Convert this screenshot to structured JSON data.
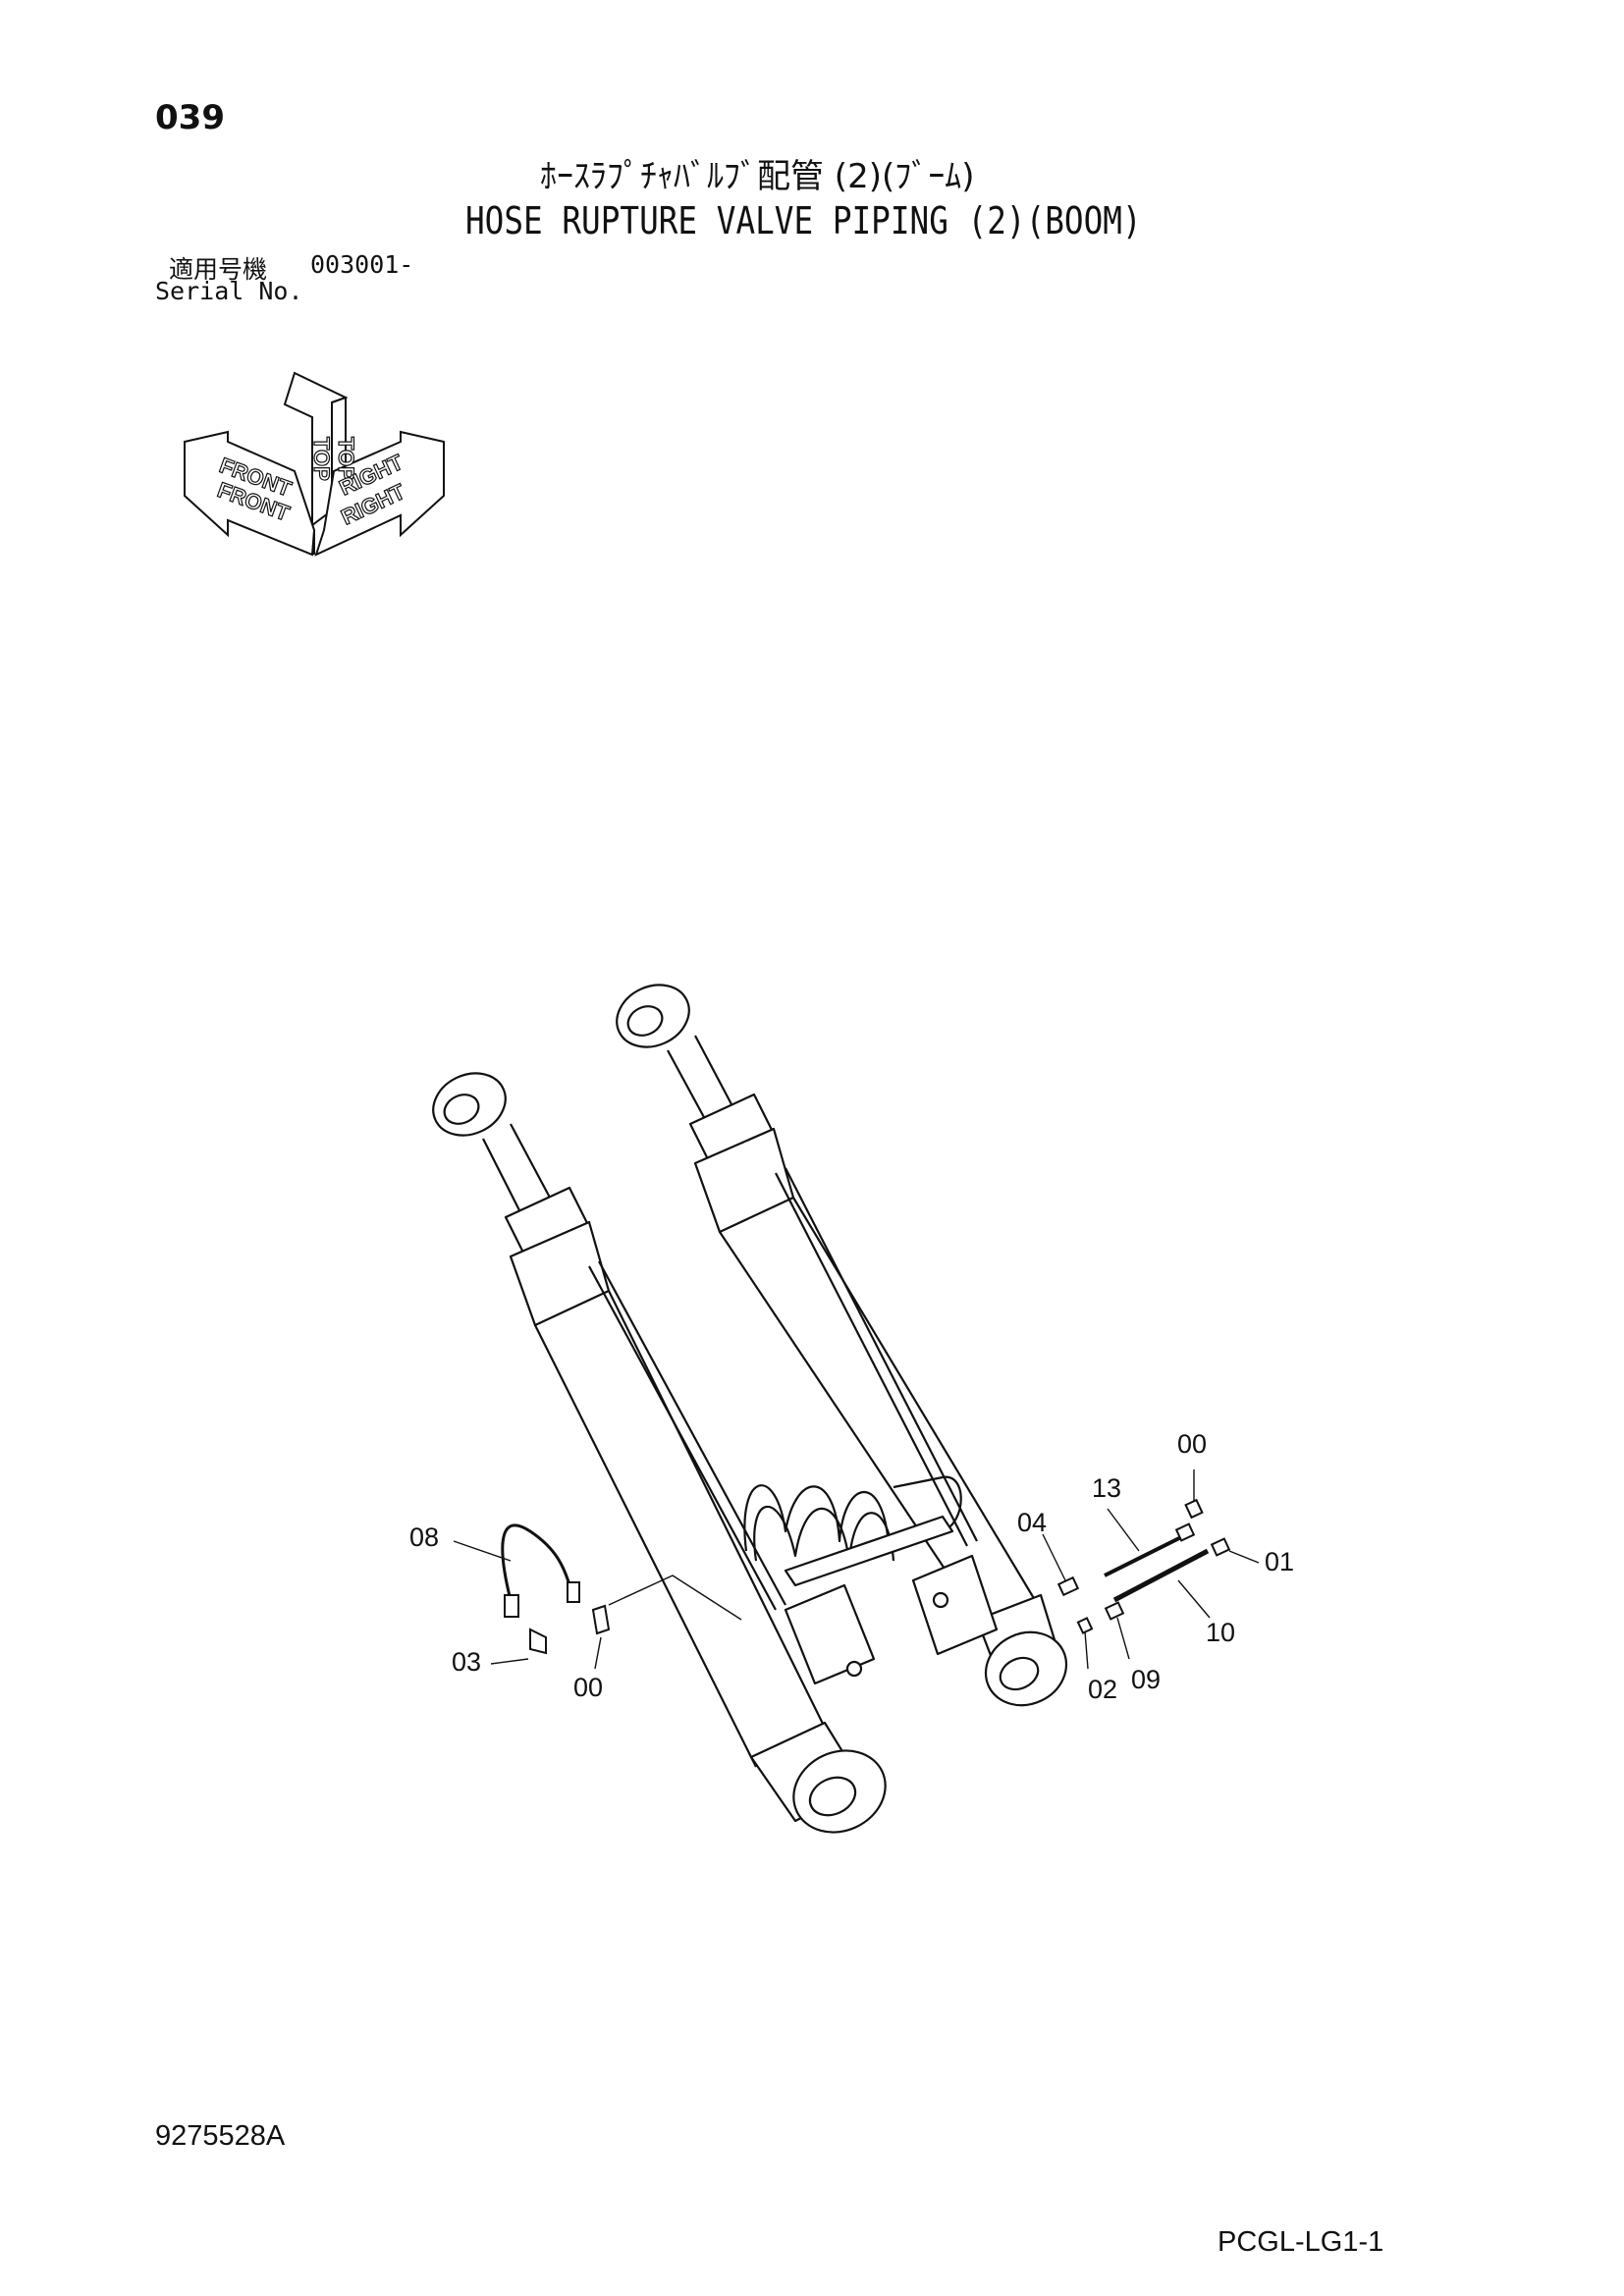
{
  "header": {
    "page_number": "039",
    "title_ja": "ﾎｰｽﾗﾌﾟﾁｬﾊﾞﾙﾌﾞ配管 (2)(ﾌﾞｰﾑ)",
    "title_en": "HOSE RUPTURE VALVE PIPING (2)(BOOM)",
    "serial_label_ja": "適用号機",
    "serial_number": "003001-",
    "serial_label_en": "Serial No."
  },
  "orientation": {
    "top": "TOP",
    "front": "FRONT",
    "right": "RIGHT"
  },
  "callouts": [
    {
      "id": "c00a",
      "label": "00"
    },
    {
      "id": "c13",
      "label": "13"
    },
    {
      "id": "c04",
      "label": "04"
    },
    {
      "id": "c01",
      "label": "01"
    },
    {
      "id": "c10",
      "label": "10"
    },
    {
      "id": "c02",
      "label": "02"
    },
    {
      "id": "c09",
      "label": "09"
    },
    {
      "id": "c08",
      "label": "08"
    },
    {
      "id": "c03",
      "label": "03"
    },
    {
      "id": "c00b",
      "label": "00"
    }
  ],
  "footer": {
    "document_code": "9275528A",
    "page_code": "PCGL-LG1-1"
  }
}
